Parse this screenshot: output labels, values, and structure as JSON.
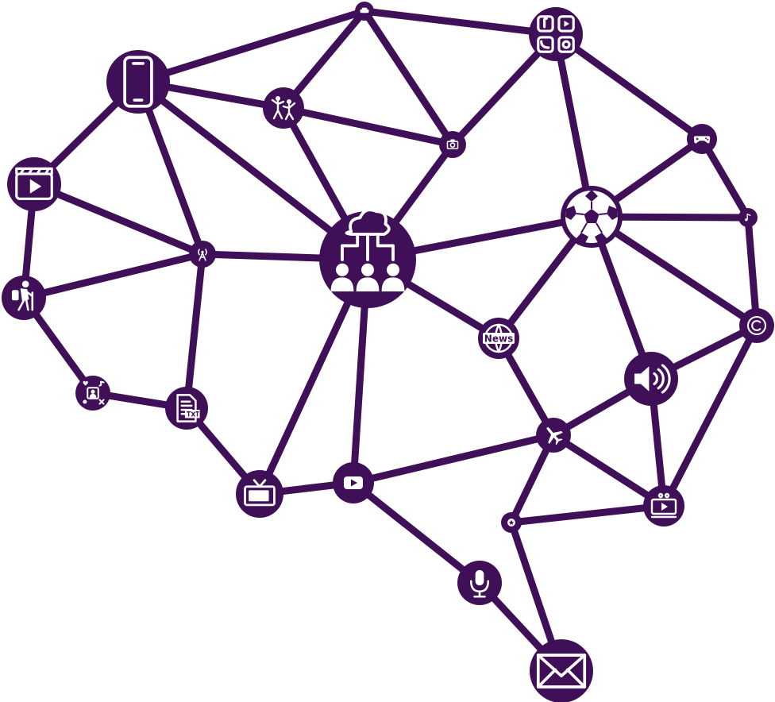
{
  "colors": {
    "network": "#3f0f58",
    "background": "#ffffff",
    "glyph": "#ffffff"
  },
  "nodes": [
    {
      "id": "car",
      "icon": "car-icon"
    },
    {
      "id": "social",
      "icon": "social-media-icon"
    },
    {
      "id": "phone",
      "icon": "smartphone-icon"
    },
    {
      "id": "dance",
      "icon": "dancing-people-icon"
    },
    {
      "id": "camera",
      "icon": "camera-icon"
    },
    {
      "id": "gamepad",
      "icon": "gamepad-icon"
    },
    {
      "id": "clapper",
      "icon": "video-clapper-icon"
    },
    {
      "id": "soccer",
      "icon": "soccer-ball-icon"
    },
    {
      "id": "music",
      "icon": "music-note-icon"
    },
    {
      "id": "broadcast",
      "icon": "broadcast-tower-icon"
    },
    {
      "id": "cloud",
      "icon": "cloud-network-icon"
    },
    {
      "id": "hiker",
      "icon": "hiker-icon"
    },
    {
      "id": "copyright",
      "icon": "copyright-icon"
    },
    {
      "id": "news",
      "icon": "news-globe-icon",
      "label": "News"
    },
    {
      "id": "speaker",
      "icon": "speaker-icon"
    },
    {
      "id": "influencer",
      "icon": "influencer-icon"
    },
    {
      "id": "document",
      "icon": "txt-document-icon"
    },
    {
      "id": "plane",
      "icon": "airplane-icon"
    },
    {
      "id": "tv",
      "icon": "tv-icon"
    },
    {
      "id": "youtube",
      "icon": "play-button-icon"
    },
    {
      "id": "screen",
      "icon": "video-screen-icon"
    },
    {
      "id": "star",
      "icon": "star-icon"
    },
    {
      "id": "mic",
      "icon": "microphone-icon"
    },
    {
      "id": "mail",
      "icon": "envelope-icon"
    }
  ],
  "edges": [
    [
      "phone",
      "car"
    ],
    [
      "car",
      "social"
    ],
    [
      "car",
      "dance"
    ],
    [
      "car",
      "camera"
    ],
    [
      "phone",
      "dance"
    ],
    [
      "dance",
      "camera"
    ],
    [
      "social",
      "camera"
    ],
    [
      "social",
      "gamepad"
    ],
    [
      "social",
      "soccer"
    ],
    [
      "phone",
      "clapper"
    ],
    [
      "phone",
      "broadcast"
    ],
    [
      "phone",
      "cloud"
    ],
    [
      "dance",
      "cloud"
    ],
    [
      "camera",
      "cloud"
    ],
    [
      "clapper",
      "broadcast"
    ],
    [
      "clapper",
      "hiker"
    ],
    [
      "broadcast",
      "hiker"
    ],
    [
      "broadcast",
      "cloud"
    ],
    [
      "broadcast",
      "document"
    ],
    [
      "hiker",
      "influencer"
    ],
    [
      "influencer",
      "document"
    ],
    [
      "document",
      "tv"
    ],
    [
      "cloud",
      "soccer"
    ],
    [
      "cloud",
      "news"
    ],
    [
      "cloud",
      "tv"
    ],
    [
      "cloud",
      "youtube"
    ],
    [
      "gamepad",
      "soccer"
    ],
    [
      "gamepad",
      "music"
    ],
    [
      "soccer",
      "music"
    ],
    [
      "music",
      "copyright"
    ],
    [
      "soccer",
      "copyright"
    ],
    [
      "soccer",
      "news"
    ],
    [
      "soccer",
      "speaker"
    ],
    [
      "copyright",
      "speaker"
    ],
    [
      "copyright",
      "screen"
    ],
    [
      "news",
      "plane"
    ],
    [
      "speaker",
      "plane"
    ],
    [
      "speaker",
      "screen"
    ],
    [
      "plane",
      "youtube"
    ],
    [
      "plane",
      "screen"
    ],
    [
      "plane",
      "star"
    ],
    [
      "star",
      "screen"
    ],
    [
      "star",
      "mail"
    ],
    [
      "tv",
      "youtube"
    ],
    [
      "youtube",
      "mic"
    ],
    [
      "mic",
      "mail"
    ]
  ]
}
